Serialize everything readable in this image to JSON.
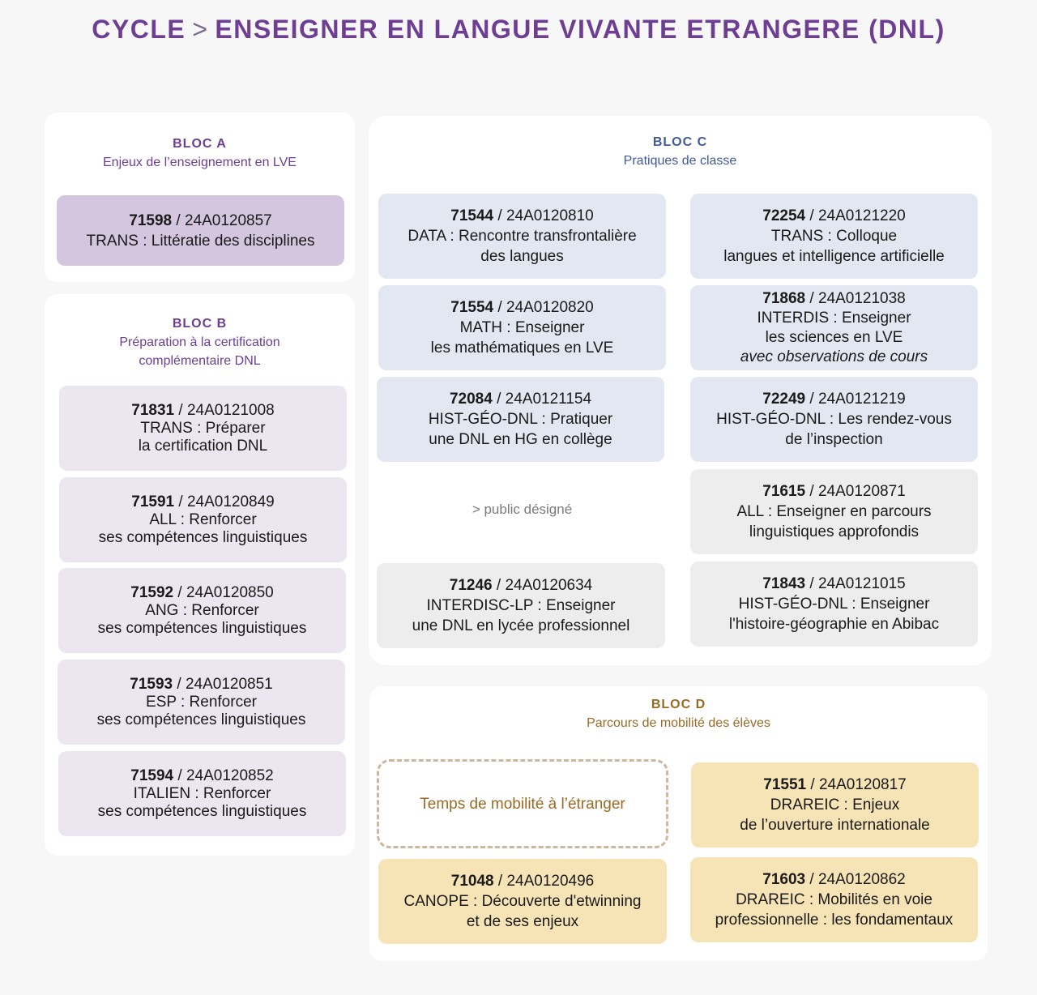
{
  "title": {
    "prefix": "CYCLE",
    "sep": ">",
    "main": "ENSEIGNER EN LANGUE VIVANTE ETRANGERE (DNL)"
  },
  "colors": {
    "purple": "#6d3e91",
    "blue": "#3f5a9c",
    "brown": "#9a6a25"
  },
  "blocA": {
    "name": "BLOC A",
    "subtitle": "Enjeux de l’enseignement en LVE",
    "cards": [
      {
        "num": "71598",
        "code": "24A0120857",
        "line1": "TRANS : Littératie des disciplines"
      }
    ]
  },
  "blocB": {
    "name": "BLOC B",
    "subtitle1": "Préparation à la certification",
    "subtitle2": "complémentaire DNL",
    "cards": [
      {
        "num": "71831",
        "code": "24A0121008",
        "line1": "TRANS : Préparer",
        "line2": "la certification DNL"
      },
      {
        "num": "71591",
        "code": "24A0120849",
        "line1": "ALL : Renforcer",
        "line2": "ses compétences linguistiques"
      },
      {
        "num": "71592",
        "code": "24A0120850",
        "line1": "ANG : Renforcer",
        "line2": "ses compétences linguistiques"
      },
      {
        "num": "71593",
        "code": "24A0120851",
        "line1": "ESP : Renforcer",
        "line2": "ses compétences linguistiques"
      },
      {
        "num": "71594",
        "code": "24A0120852",
        "line1": "ITALIEN : Renforcer",
        "line2": "ses compétences linguistiques"
      }
    ]
  },
  "blocC": {
    "name": "BLOC C",
    "subtitle": "Pratiques de classe",
    "public_label": "> public désigné",
    "cards": [
      {
        "num": "71544",
        "code": "24A0120810",
        "line1": "DATA : Rencontre transfrontalière",
        "line2": "des langues"
      },
      {
        "num": "72254",
        "code": "24A0121220",
        "line1": "TRANS : Colloque",
        "line2": "langues et intelligence artificielle"
      },
      {
        "num": "71554",
        "code": "24A0120820",
        "line1": "MATH : Enseigner",
        "line2": "les mathématiques en LVE"
      },
      {
        "num": "71868",
        "code": "24A0121038",
        "line1": "INTERDIS : Enseigner",
        "line2": "les sciences en LVE",
        "line3": "avec observations de cours"
      },
      {
        "num": "72084",
        "code": "24A0121154",
        "line1": "HIST-GÉO-DNL : Pratiquer",
        "line2": "une DNL en HG en collège"
      },
      {
        "num": "72249",
        "code": "24A0121219",
        "line1": "HIST-GÉO-DNL : Les rendez-vous",
        "line2": "de l’inspection"
      },
      {
        "num": "71615",
        "code": "24A0120871",
        "line1": "ALL : Enseigner en parcours",
        "line2": "linguistiques approfondis"
      },
      {
        "num": "71246",
        "code": "24A0120634",
        "line1": "INTERDISC-LP : Enseigner",
        "line2": "une DNL en lycée professionnel"
      },
      {
        "num": "71843",
        "code": "24A0121015",
        "line1": "HIST-GÉO-DNL : Enseigner",
        "line2": "l'histoire-géographie en Abibac"
      }
    ]
  },
  "blocD": {
    "name": "BLOC D",
    "subtitle": "Parcours de mobilité des élèves",
    "mobility": "Temps de mobilité à l’étranger",
    "cards": [
      {
        "num": "71551",
        "code": "24A0120817",
        "line1": "DRAREIC : Enjeux",
        "line2": "de l’ouverture internationale"
      },
      {
        "num": "71048",
        "code": "24A0120496",
        "line1": "CANOPE : Découverte d'etwinning",
        "line2": "et de ses enjeux"
      },
      {
        "num": "71603",
        "code": "24A0120862",
        "line1": "DRAREIC : Mobilités en voie",
        "line2": "professionnelle :  les fondamentaux"
      }
    ]
  }
}
